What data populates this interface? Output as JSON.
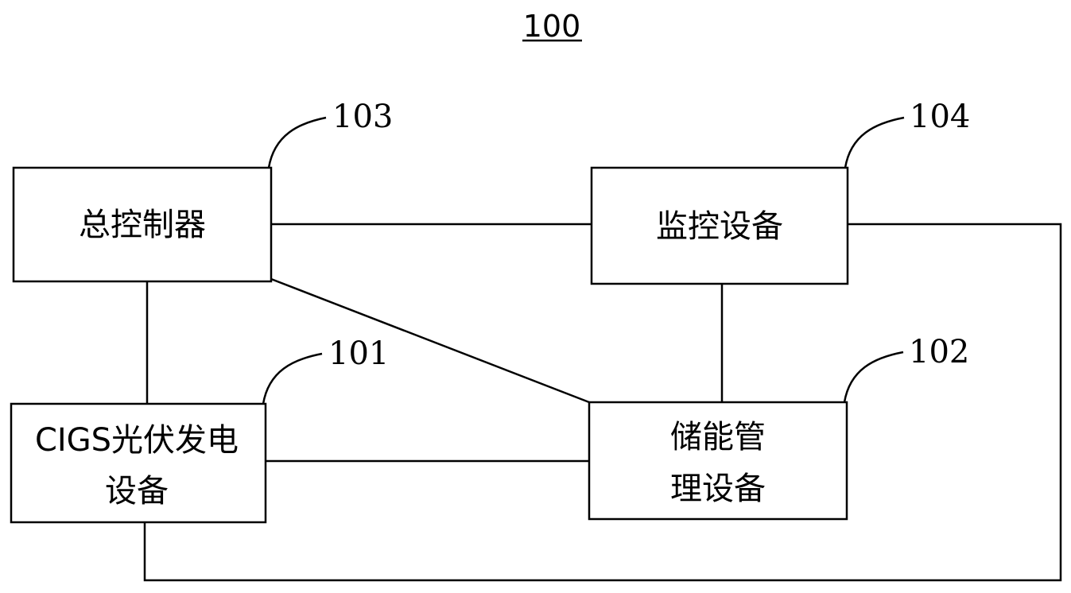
{
  "figure_number": "100",
  "boxes": {
    "controller": {
      "label": "总控制器",
      "ref": "103"
    },
    "monitor": {
      "label": "监控设备",
      "ref": "104"
    },
    "pv": {
      "line1": "CIGS光伏发电",
      "line2": "设备",
      "ref": "101"
    },
    "storage": {
      "line1": "储能管",
      "line2": "理设备",
      "ref": "102"
    }
  }
}
